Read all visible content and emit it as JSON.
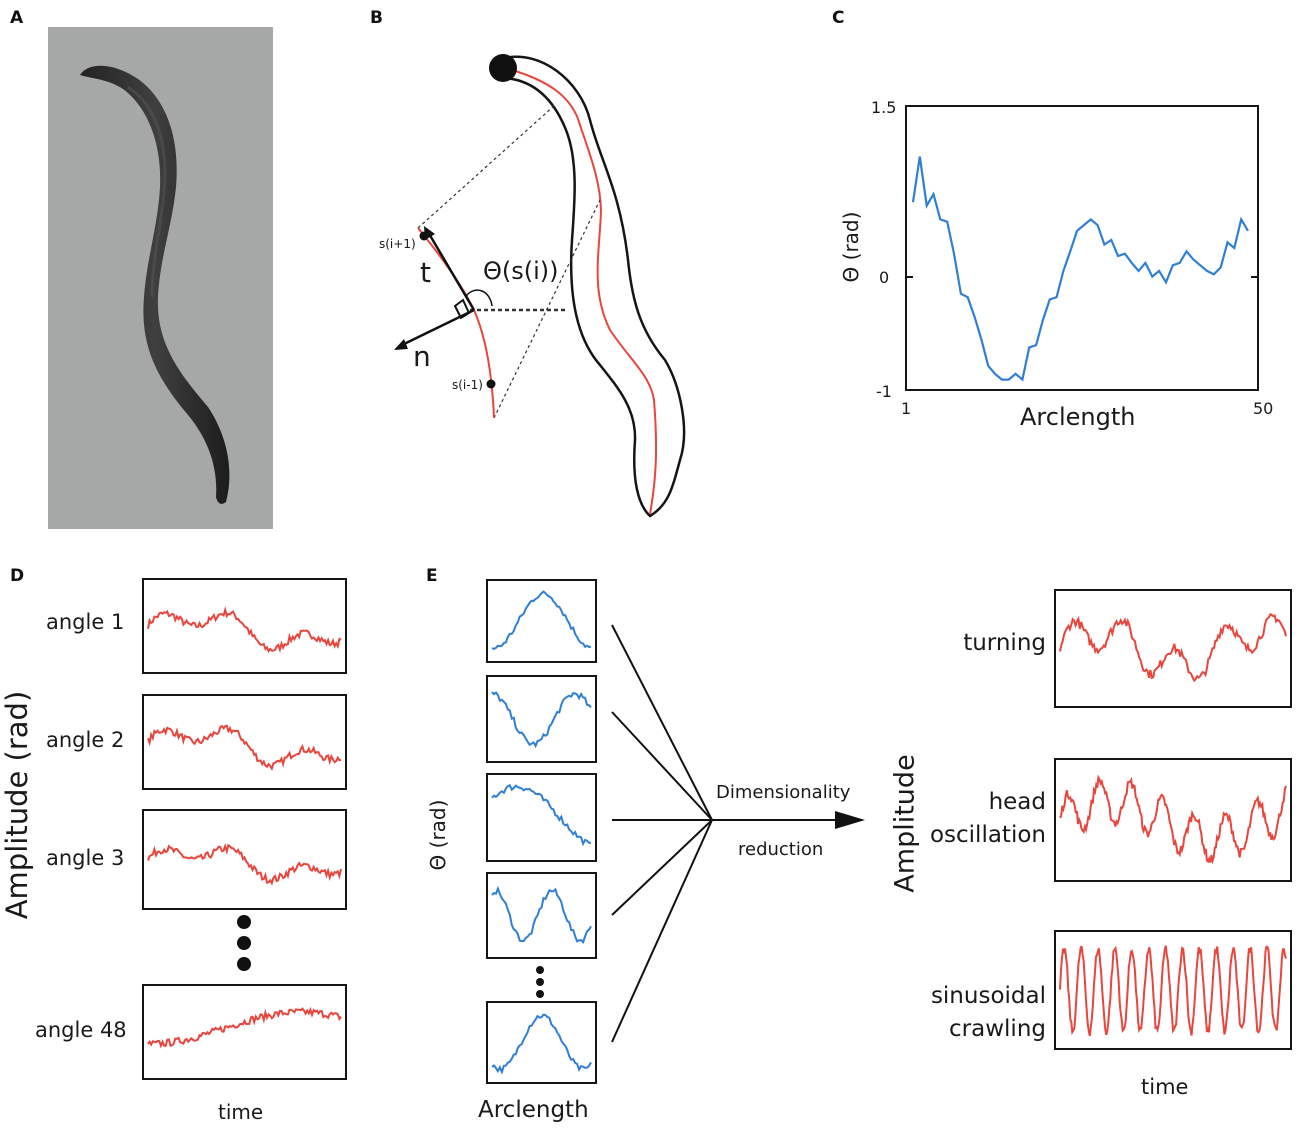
{
  "panels": {
    "a": {
      "label": "A"
    },
    "b": {
      "label": "B",
      "s_next": "s(i+1)",
      "s_prev": "s(i-1)",
      "t": "t",
      "n": "n",
      "theta": "Θ(s(i))"
    },
    "c": {
      "label": "C"
    },
    "d": {
      "label": "D",
      "ylabel": "Amplitude (rad)",
      "xlabel": "time",
      "rows": [
        "angle 1",
        "angle 2",
        "angle 3",
        "angle 48"
      ]
    },
    "e": {
      "label": "E",
      "ylabel": "Θ (rad)",
      "xlabel": "Arclength",
      "arrow_top": "Dimensionality",
      "arrow_bottom": "reduction",
      "out_ylabel": "Amplitude",
      "out_xlabel": "time",
      "outputs": [
        {
          "line1": "turning",
          "line2": ""
        },
        {
          "line1": "head",
          "line2": "oscillation"
        },
        {
          "line1": "sinusoidal",
          "line2": "crawling"
        }
      ]
    }
  },
  "colors": {
    "curve_red": "#e8453c",
    "curve_blue": "#2f7fd6",
    "axis": "#151515",
    "photo_bg": "#a5a8a7"
  },
  "chart_data": {
    "type": "line",
    "xlabel": "Arclength",
    "ylabel": "Θ (rad)",
    "xlim": [
      1,
      50
    ],
    "ylim": [
      -1,
      1.5
    ],
    "xticks": [
      "1",
      "50"
    ],
    "yticks": [
      "1.5",
      "0",
      "-1"
    ],
    "series": [
      {
        "x": [
          1,
          2,
          3,
          4,
          5,
          6,
          7,
          8,
          9,
          10,
          11,
          12,
          13,
          14,
          15,
          16,
          17,
          18,
          19,
          20,
          21,
          22,
          23,
          24,
          25,
          26,
          27,
          28,
          29,
          30,
          31,
          32,
          33,
          34,
          35,
          36,
          37,
          38,
          39,
          40,
          41,
          42,
          43,
          44,
          45,
          46,
          47,
          48,
          49,
          50
        ],
        "values": [
          0.65,
          1.05,
          0.62,
          0.72,
          0.5,
          0.48,
          0.2,
          -0.15,
          -0.18,
          -0.35,
          -0.55,
          -0.78,
          -0.85,
          -0.9,
          -0.9,
          -0.85,
          -0.9,
          -0.62,
          -0.6,
          -0.38,
          -0.2,
          -0.18,
          0.05,
          0.22,
          0.4,
          0.45,
          0.5,
          0.45,
          0.28,
          0.32,
          0.18,
          0.2,
          0.12,
          0.05,
          0.12,
          0.0,
          0.05,
          -0.05,
          0.1,
          0.12,
          0.22,
          0.15,
          0.1,
          0.05,
          0.02,
          0.08,
          0.3,
          0.25,
          0.5,
          0.4
        ]
      }
    ]
  }
}
